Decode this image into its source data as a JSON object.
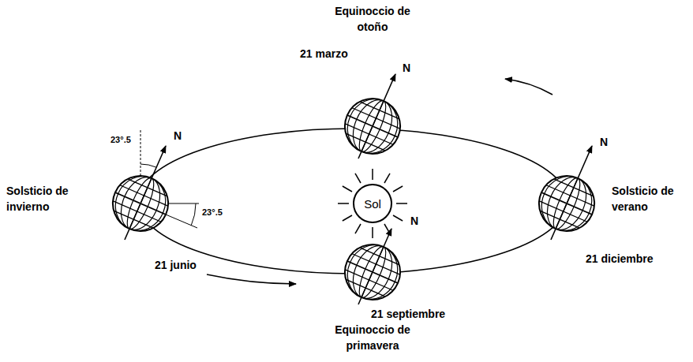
{
  "diagram": {
    "nodes": [
      {
        "text": [
          "Sol"
        ]
      }
    ],
    "labels": [
      "Equinoccio de otoño",
      "21 marzo",
      "N",
      "N",
      "23°.5",
      "Solsticio de invierno",
      "23°.5",
      "21 junio",
      "Solsticio de verano",
      "N",
      "21 diciembre",
      "N",
      "21 septiembre",
      "Equinoccio de primavera"
    ]
  }
}
